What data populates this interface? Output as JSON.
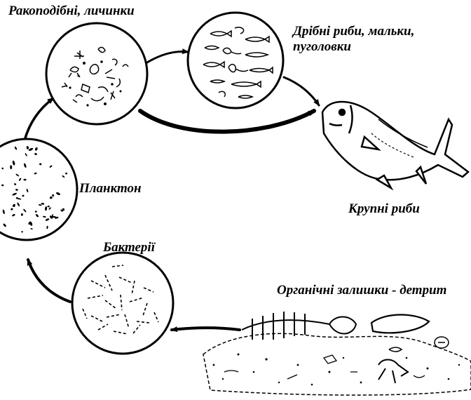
{
  "diagram": {
    "nodes": {
      "crustaceans": {
        "label": "Ракоподібні, личинки"
      },
      "small_fish": {
        "label_line1": "Дрібні риби, мальки,",
        "label_line2": "пуголовки"
      },
      "plankton": {
        "label": "Планктон"
      },
      "large_fish": {
        "label": "Крупні риби"
      },
      "bacteria": {
        "label": "Бактерії"
      },
      "detritus": {
        "label": "Органічні залишки - детрит"
      }
    }
  }
}
